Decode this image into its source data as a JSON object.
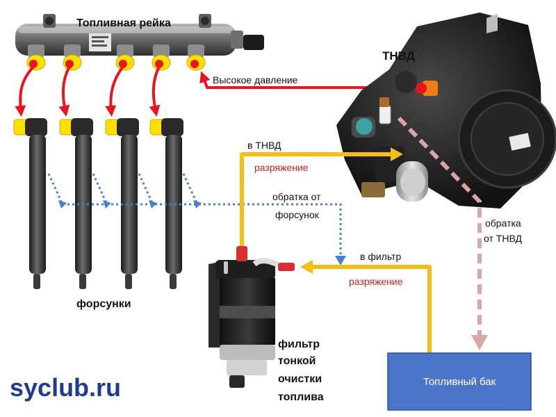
{
  "labels": {
    "rail": "Топливная рейка",
    "pump": "ТНВД",
    "high_pressure": "Высокое давление",
    "to_pump": "в ТНВД",
    "vacuum_top": "разряжение",
    "return_injectors_1": "обратка от",
    "return_injectors_2": "форсунок",
    "return_pump_1": "обратка",
    "return_pump_2": "от ТНВД",
    "to_filter": "в фильтр",
    "vacuum_bottom": "разряжение",
    "injectors": "форсунки",
    "filter_1": "фильтр",
    "filter_2": "тонкой",
    "filter_3": "очистки",
    "filter_4": "топлива",
    "tank": "Топливный бак",
    "watermark": "syclub.ru"
  },
  "colors": {
    "high_pressure_line": "#e8141e",
    "low_pressure_line": "#f6bd16",
    "return_injectors_line": "#4a7fd0",
    "return_pump_line": "#d9a6a6",
    "tank_fill": "#4a75c8",
    "watermark": "#1f3d8a",
    "label_red": "#d62020"
  }
}
